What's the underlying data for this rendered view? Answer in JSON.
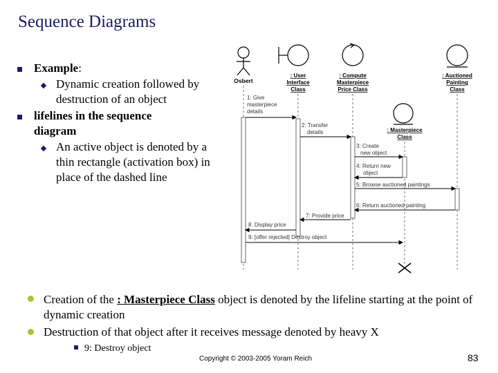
{
  "slide": {
    "title": "Sequence Diagrams",
    "bullets": [
      {
        "label": "Example",
        "colon": ":",
        "sub": "Dynamic creation followed by destruction of an object"
      },
      {
        "label": "lifelines in the sequence diagram",
        "sub": "An active object is denoted by a thin rectangle (activation box) in place of the dashed line"
      }
    ],
    "bottom": {
      "line1_pre": "Creation of the ",
      "line1_em": ": Masterpiece Class",
      "line1_post": " object is denoted by the lifeline starting at the point of dynamic creation",
      "line2": "Destruction of that object after it receives message denoted by heavy X",
      "line3": "9: Destroy object"
    },
    "copyright": "Copyright © 2003-2005 Yoram Reich",
    "page_number": "83"
  },
  "diagram": {
    "actor": "Osbert",
    "objects": [
      {
        "line1": ": User",
        "line2": "Interface",
        "line3": "Class"
      },
      {
        "line1": ": Compute",
        "line2": "Masterpiece",
        "line3": "Price Class"
      },
      {
        "line1": ": Auctioned",
        "line2": "Painting",
        "line3": "Class"
      },
      {
        "line1": ": Masterpiece",
        "line2": "Class"
      }
    ],
    "messages": {
      "m1a": "1: Give",
      "m1b": "masterpiece",
      "m1c": "details",
      "m2a": "2: Transfer",
      "m2b": "details",
      "m3a": "3: Create",
      "m3b": "new object",
      "m4a": "4: Return new",
      "m4b": "object",
      "m5": "5: Browse auctioned paintings",
      "m6": "6: Return auctioned painting",
      "m7": "7: Provide price",
      "m8": "8. Display price",
      "m9": "9: [offer rejected] Destroy object"
    }
  }
}
